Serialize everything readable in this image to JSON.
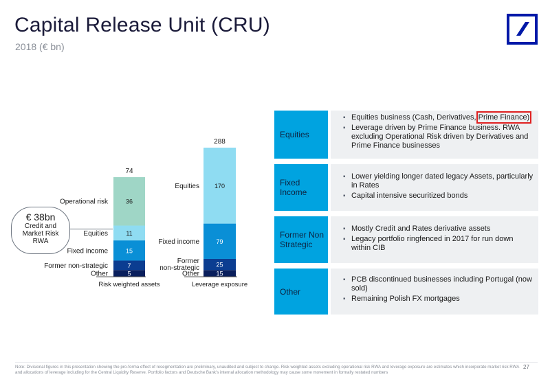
{
  "header": {
    "title": "Capital Release Unit (CRU)",
    "subtitle": "2018 (€ bn)",
    "logo": "deutsche-bank-logo"
  },
  "colors": {
    "brand": "#0018a8",
    "accent": "#00a3e0"
  },
  "callout": {
    "big": "€ 38bn",
    "line1": "Credit and",
    "line2": "Market Risk",
    "line3": "RWA"
  },
  "chart_data": {
    "type": "bar",
    "stacked": true,
    "categories": [
      "Risk weighted assets",
      "Leverage exposure"
    ],
    "totals": [
      74,
      288
    ],
    "series": [
      {
        "name": "Other",
        "values": [
          5,
          15
        ],
        "color": "#0a1f5c"
      },
      {
        "name": "Former non-strategic",
        "values": [
          7,
          25
        ],
        "color": "#0b3d91"
      },
      {
        "name": "Fixed income",
        "values": [
          15,
          79
        ],
        "color": "#0a8fd6"
      },
      {
        "name": "Equities",
        "values": [
          11,
          170
        ],
        "color": "#8fdcf2"
      },
      {
        "name": "Operational risk",
        "values": [
          36,
          null
        ],
        "color": "#9fd6c6"
      }
    ],
    "category_labels": [
      {
        "other": "Other",
        "fns": "Former non-strategic",
        "fi": "Fixed income",
        "eq": "Equities",
        "op": "Operational risk"
      },
      {
        "other": "Other",
        "fns1": "Former",
        "fns2": "non-strategic",
        "fi": "Fixed income",
        "eq": "Equities"
      }
    ]
  },
  "rows": [
    {
      "label": "Equities",
      "items": [
        "Equities business (Cash, Derivatives, ",
        "Leverage driven by Prime Finance business. RWA excluding Operational Risk driven by Derivatives and Prime Finance businesses"
      ],
      "highlight": "Prime Finance)"
    },
    {
      "label": "Fixed Income",
      "items": [
        "Lower yielding longer dated legacy Assets, particularly in Rates",
        "Capital intensive securitized bonds"
      ]
    },
    {
      "label": "Former Non Strategic",
      "items": [
        "Mostly Credit and Rates derivative assets",
        "Legacy portfolio ringfenced in 2017 for run down within CIB"
      ]
    },
    {
      "label": "Other",
      "items": [
        "PCB discontinued businesses including Portugal (now sold)",
        "Remaining Polish FX mortgages"
      ]
    }
  ],
  "footer": {
    "note": "Note:  Divisional figures in this presentation showing the pro-forma effect of resegmentation are preliminary, unaudited and subject to change. Risk weighted assets excluding operational risk RWA and leverage exposure are estimates which incorporate market risk RWA and allocations of leverage including for the Central Liquidity Reserve. Portfolio factors and Deutsche Bank's internal allocation methodology may cause some movement in formally restated numbers",
    "page": "27"
  }
}
